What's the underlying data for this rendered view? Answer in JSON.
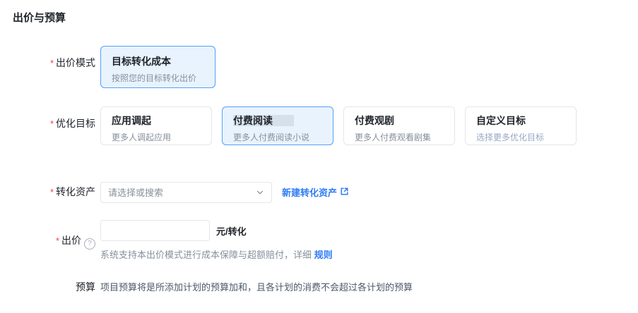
{
  "marks": {
    "required": "*",
    "help": "?"
  },
  "colors": {
    "accent_blue": "#2e7cf6",
    "selected_card_bg": "#e8f3fe",
    "selected_card_border": "#569ff6",
    "required_red": "#f53f3f"
  },
  "page": {
    "title": "出价与预算"
  },
  "bid_mode": {
    "label": "出价模式",
    "cards": [
      {
        "title": "目标转化成本",
        "subtitle": "按照您的目标转化出价",
        "selected": true
      }
    ]
  },
  "optimization_goal": {
    "label": "优化目标",
    "cards": [
      {
        "title": "应用调起",
        "subtitle": "更多人调起应用",
        "selected": false
      },
      {
        "title": "付费阅读",
        "subtitle": "更多人付费阅读小说",
        "selected": true
      },
      {
        "title": "付费观剧",
        "subtitle": "更多人付费观看剧集",
        "selected": false
      },
      {
        "title": "自定义目标",
        "subtitle": "选择更多优化目标",
        "selected": false
      }
    ]
  },
  "conversion_asset": {
    "label": "转化资产",
    "placeholder": "请选择或搜索",
    "create_link": "新建转化资产"
  },
  "bid": {
    "label": "出价",
    "value": "",
    "unit": "元/转化",
    "hint_prefix": "系统支持本出价模式进行成本保障与超额赔付，详细 ",
    "hint_link": "规则"
  },
  "budget": {
    "label": "预算",
    "description": "项目预算将是所添加计划的预算加和，且各计划的消费不会超过各计划的预算"
  }
}
